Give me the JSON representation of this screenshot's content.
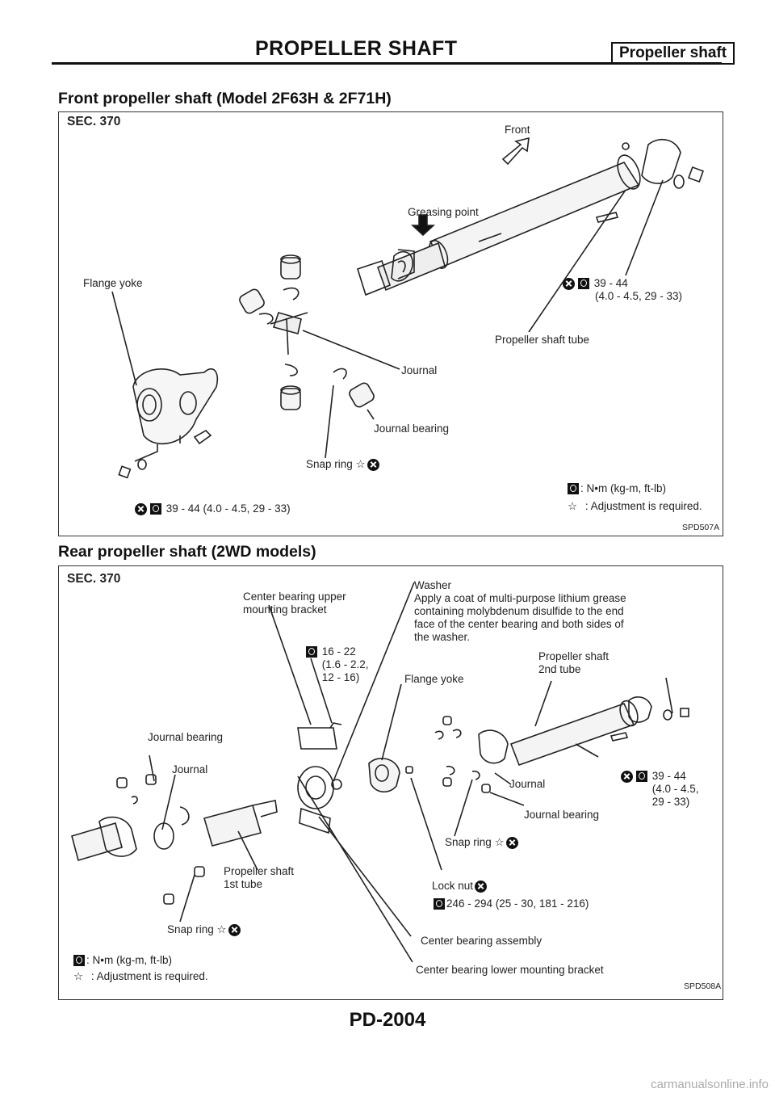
{
  "header": {
    "title": "PROPELLER SHAFT",
    "section_tag": "Propeller shaft"
  },
  "front": {
    "title": "Front propeller shaft (Model 2F63H & 2F71H)",
    "sec": "SEC. 370",
    "labels": {
      "front": "Front",
      "greasing": "Greasing point",
      "flange_yoke": "Flange yoke",
      "torque_upper": "39 - 44",
      "torque_upper2": "(4.0 - 4.5, 29 - 33)",
      "tube": "Propeller shaft tube",
      "journal": "Journal",
      "journal_bearing": "Journal bearing",
      "snap_ring": "Snap ring",
      "torque_lower": "39 - 44 (4.0 - 4.5, 29 - 33)",
      "legend_unit": ": N•m (kg-m, ft-lb)",
      "legend_adjust": ": Adjustment is required."
    },
    "code": "SPD507A"
  },
  "rear": {
    "title": "Rear propeller shaft (2WD models)",
    "sec": "SEC. 370",
    "labels": {
      "upper_bracket": "Center bearing upper\nmounting bracket",
      "washer_title": "Washer",
      "washer_note": "Apply a coat of multi-purpose lithium grease\ncontaining molybdenum disulfide to the end\nface of the center bearing and both sides of\nthe washer.",
      "torque_small": "16 - 22\n(1.6 - 2.2,\n12 - 16)",
      "second_tube": "Propeller shaft\n2nd tube",
      "flange_yoke": "Flange yoke",
      "journal_bearing_l": "Journal bearing",
      "journal_l": "Journal",
      "journal_r": "Journal",
      "journal_bearing_r": "Journal bearing",
      "torque_right": "39 - 44\n(4.0 - 4.5,\n29 - 33)",
      "snap_ring_r": "Snap ring",
      "first_tube": "Propeller shaft\n1st tube",
      "lock_nut": "Lock nut",
      "torque_big": "246 - 294 (25 - 30, 181 - 216)",
      "snap_ring_l": "Snap ring",
      "center_assembly": "Center bearing assembly",
      "lower_bracket": "Center bearing lower mounting bracket",
      "legend_unit": ": N•m (kg-m, ft-lb)",
      "legend_adjust": ": Adjustment is required."
    },
    "code": "SPD508A"
  },
  "page_number": "PD-2004",
  "watermark": "carmanualsonline.info"
}
